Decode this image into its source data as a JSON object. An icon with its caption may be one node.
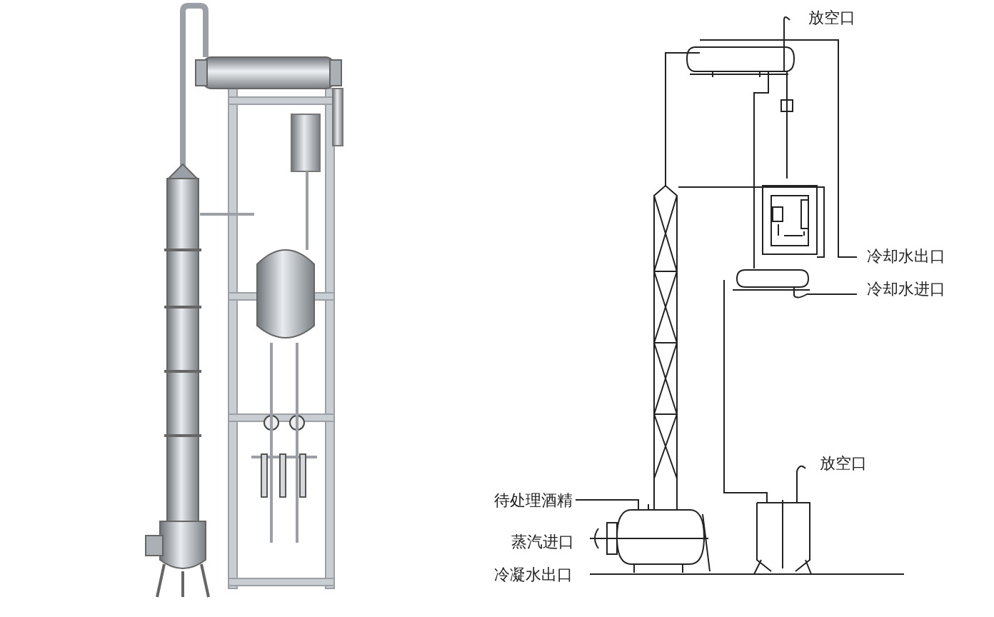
{
  "diagram": {
    "labels": [
      "放空口",
      "冷却水出口",
      "冷却水进口",
      "放空口",
      "待处理酒精",
      "蒸汽进口",
      "冷凝水出口"
    ]
  }
}
